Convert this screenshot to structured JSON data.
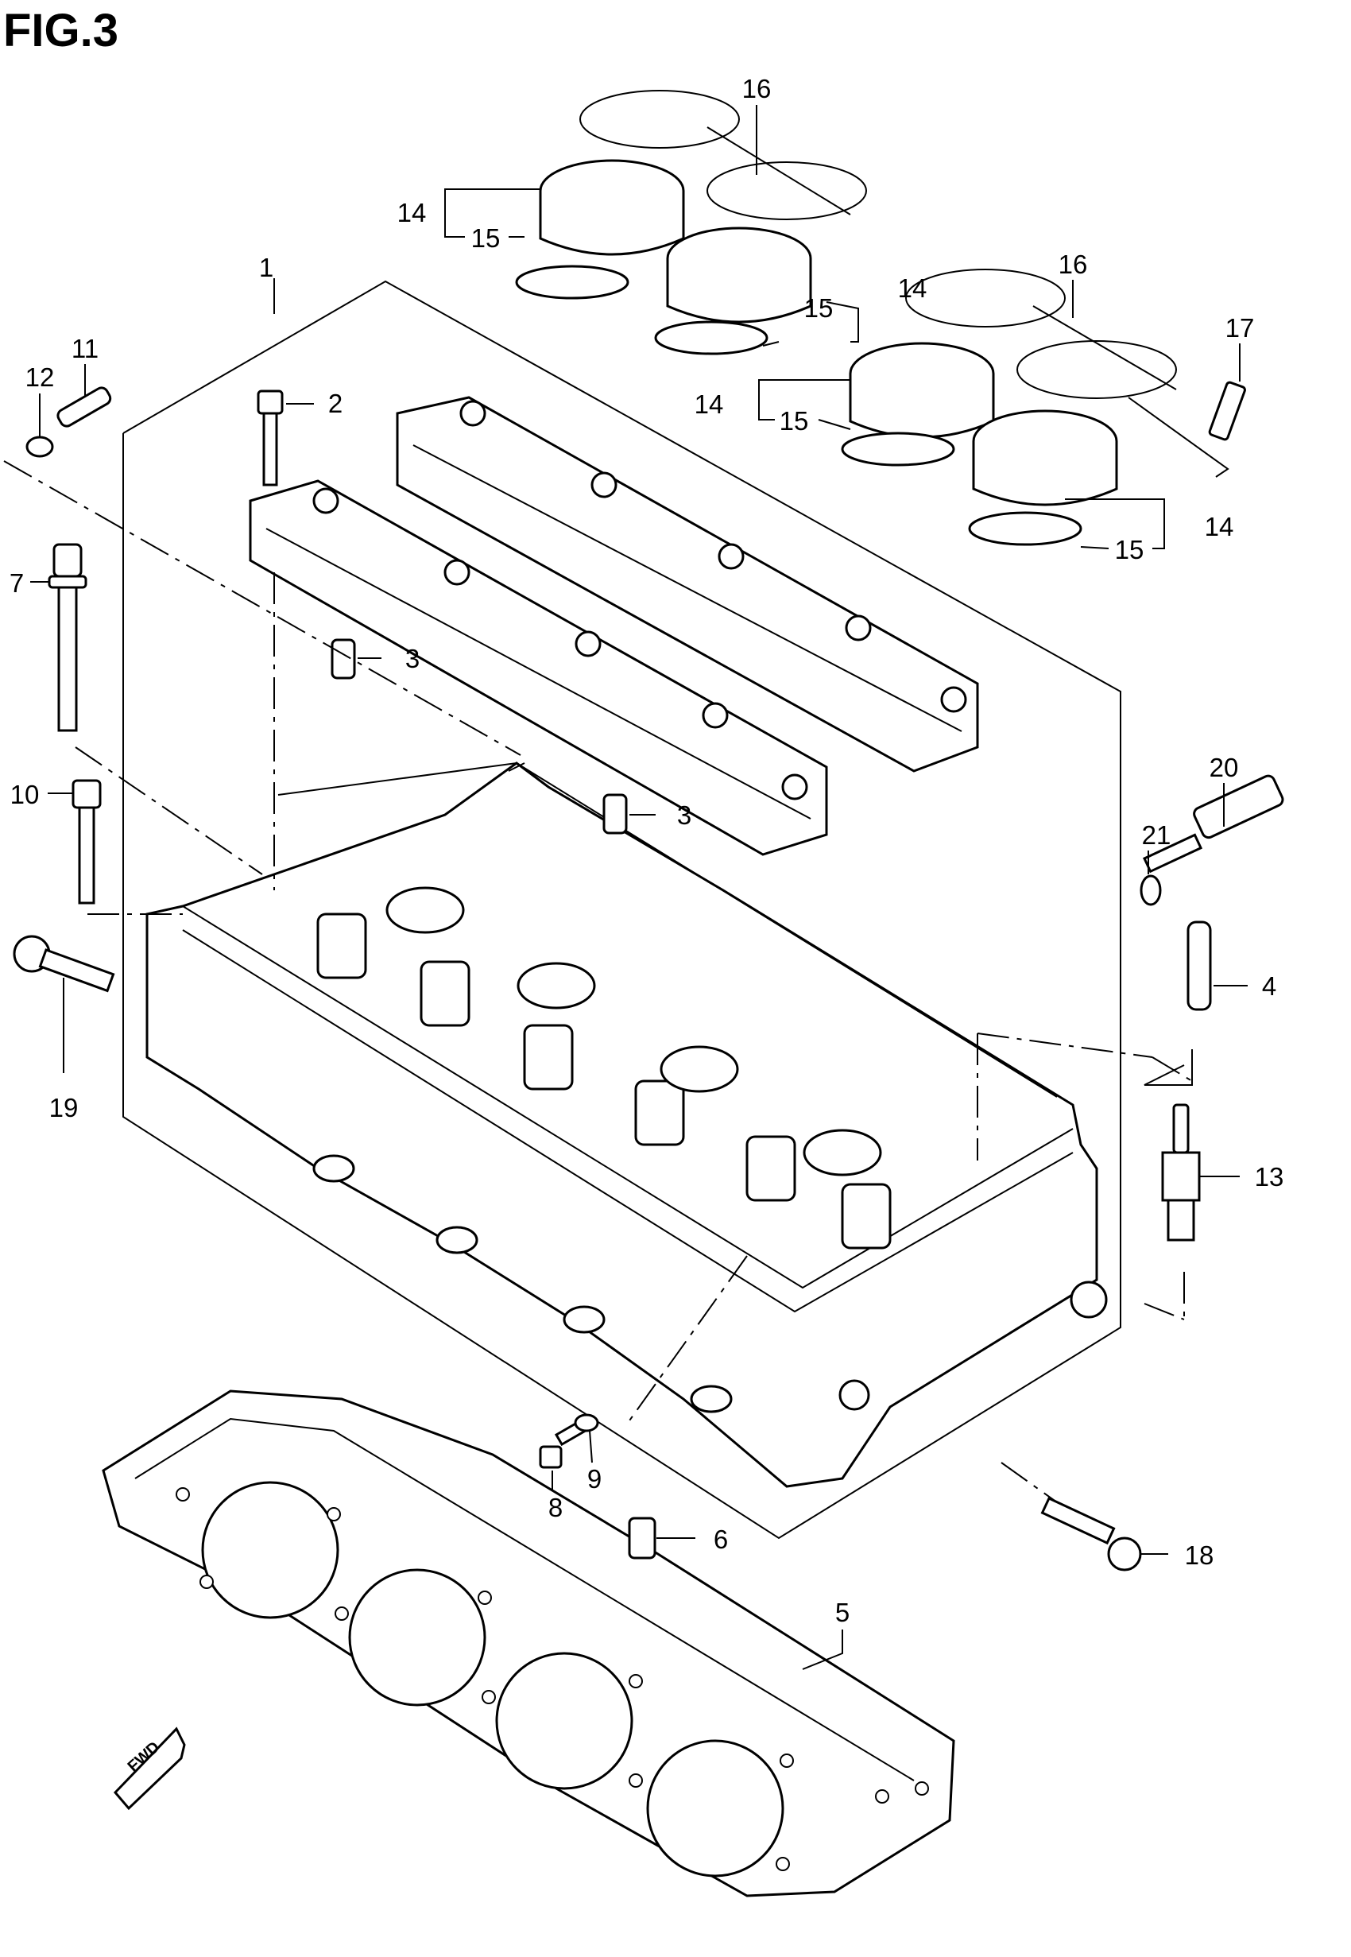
{
  "figure": {
    "title": "FIG.3"
  },
  "callouts": {
    "c1": "1",
    "c2": "2",
    "c3a": "3",
    "c3b": "3",
    "c4": "4",
    "c5": "5",
    "c6": "6",
    "c7": "7",
    "c8": "8",
    "c9": "9",
    "c10": "10",
    "c11": "11",
    "c12": "12",
    "c13": "13",
    "c14a": "14",
    "c14b": "14",
    "c14c": "14",
    "c14d": "14",
    "c15a": "15",
    "c15b": "15",
    "c15c": "15",
    "c15d": "15",
    "c16a": "16",
    "c16b": "16",
    "c17": "17",
    "c18": "18",
    "c19": "19",
    "c20": "20",
    "c21": "21"
  },
  "direction_arrow": {
    "label": "FWD"
  }
}
